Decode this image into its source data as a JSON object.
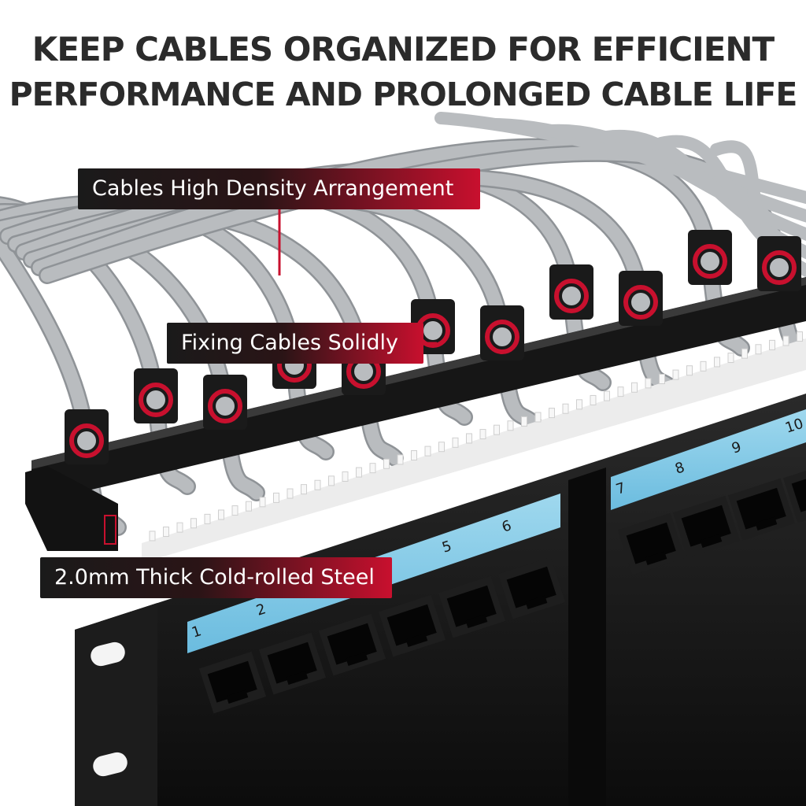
{
  "headline": {
    "line1": "KEEP CABLES ORGANIZED FOR EFFICIENT",
    "line2": "PERFORMANCE AND PROLONGED CABLE LIFE"
  },
  "callouts": {
    "density": "Cables High Density Arrangement",
    "fixing": "Fixing Cables Solidly",
    "steel": "2.0mm Thick Cold-rolled Steel"
  },
  "port_numbers": [
    "1",
    "2",
    "5",
    "6",
    "7",
    "8",
    "9",
    "10"
  ],
  "colors": {
    "accent": "#c8102e",
    "cable": "#b9bcbf",
    "panel": "#151515",
    "label_strip": "#7fc8e6"
  }
}
